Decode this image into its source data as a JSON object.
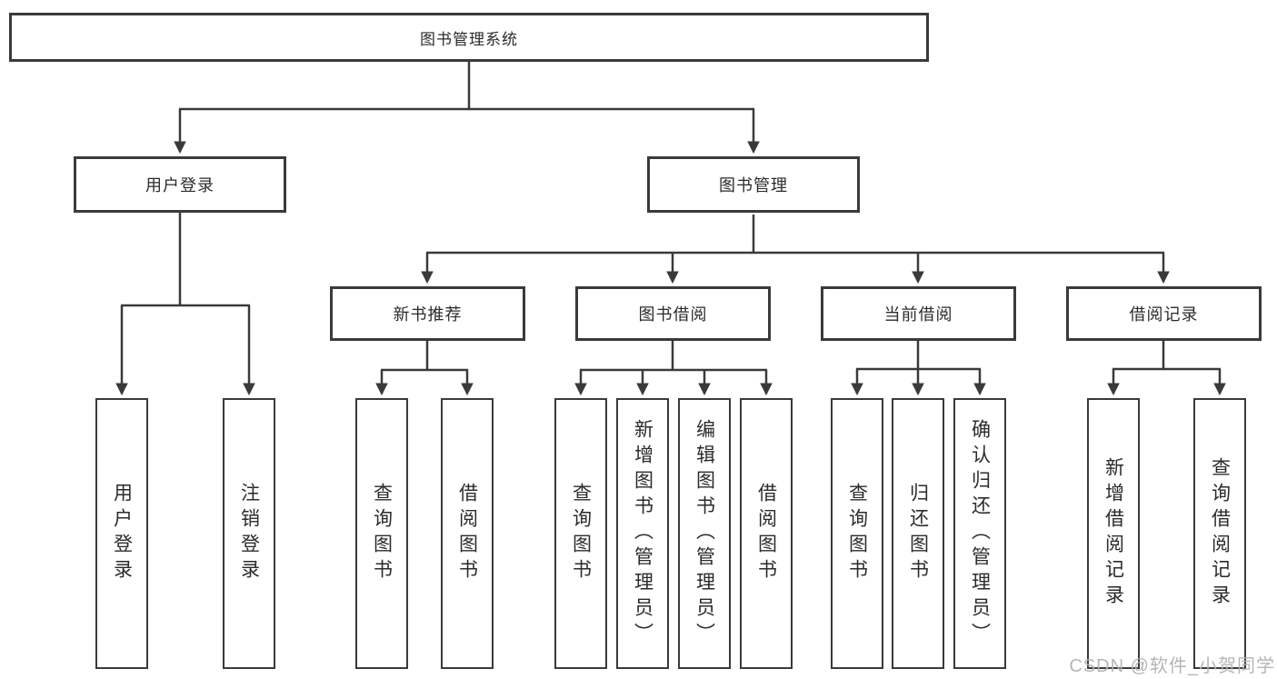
{
  "colors": {
    "line": "#3a3a3a",
    "text": "#2b2b2b",
    "watermark": "#b3b3b3",
    "background": "#ffffff"
  },
  "watermark": {
    "text": "CSDN @软件_小贺同学"
  },
  "root": {
    "label": "图书管理系统"
  },
  "branches": {
    "user_login": {
      "label": "用户登录",
      "children": [
        {
          "label": "用户登录"
        },
        {
          "label": "注销登录"
        }
      ]
    },
    "book_mgmt": {
      "label": "图书管理",
      "groups": [
        {
          "label": "新书推荐",
          "children": [
            {
              "label": "查询图书"
            },
            {
              "label": "借阅图书"
            }
          ]
        },
        {
          "label": "图书借阅",
          "children": [
            {
              "label": "查询图书"
            },
            {
              "label": "新增图书（管理员）"
            },
            {
              "label": "编辑图书（管理员）"
            },
            {
              "label": "借阅图书"
            }
          ]
        },
        {
          "label": "当前借阅",
          "children": [
            {
              "label": "查询图书"
            },
            {
              "label": "归还图书"
            },
            {
              "label": "确认归还（管理员）"
            }
          ]
        },
        {
          "label": "借阅记录",
          "children": [
            {
              "label": "新增借阅记录"
            },
            {
              "label": "查询借阅记录"
            }
          ]
        }
      ]
    }
  }
}
